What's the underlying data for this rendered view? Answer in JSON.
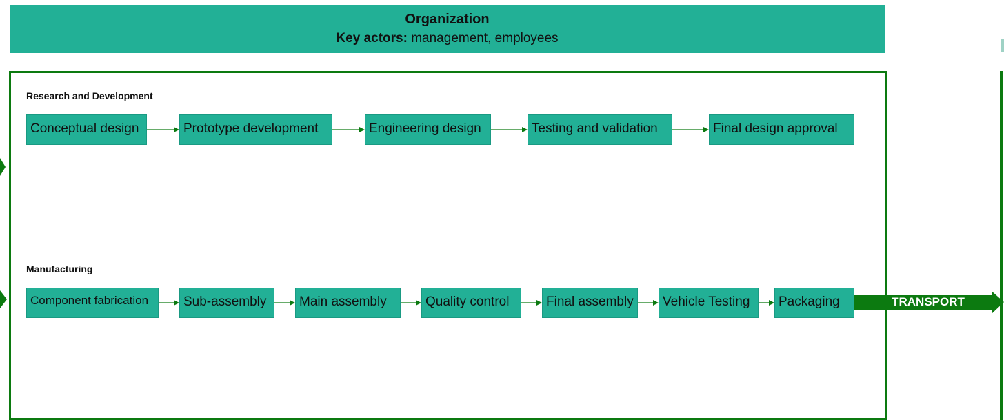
{
  "header": {
    "title": "Organization",
    "actors_label": "Key actors:",
    "actors_value": "management, employees"
  },
  "rnd": {
    "title": "Research and Development",
    "steps": [
      "Conceptual design",
      "Prototype development",
      "Engineering design",
      "Testing and validation",
      "Final design approval"
    ]
  },
  "manufacturing": {
    "title": "Manufacturing",
    "steps": [
      "Component fabrication",
      "Sub-assembly",
      "Main assembly",
      "Quality control",
      "Final assembly",
      "Vehicle Testing",
      "Packaging"
    ]
  },
  "transport": {
    "label": "TRANSPORT"
  },
  "colors": {
    "box_fill": "#22b096",
    "frame_green": "#0c7a10"
  }
}
